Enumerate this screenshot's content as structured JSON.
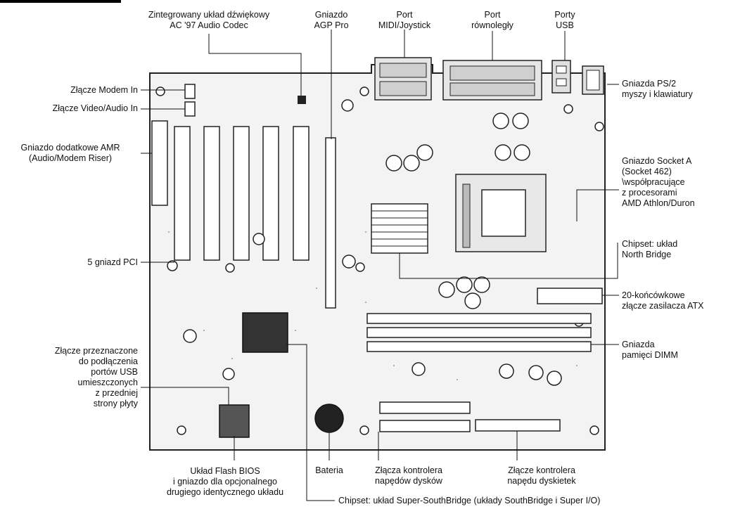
{
  "labels": {
    "audio_codec": [
      "Zintegrowany układ dźwiękowy",
      "AC '97 Audio Codec"
    ],
    "agp": [
      "Gniazdo",
      "AGP Pro"
    ],
    "midi": [
      "Port",
      "MIDI/Joystick"
    ],
    "parallel": [
      "Port",
      "równoległy"
    ],
    "usb": [
      "Porty",
      "USB"
    ],
    "modem_in": [
      "Złącze Modem In"
    ],
    "video_in": [
      "Złącze Video/Audio In"
    ],
    "ps2": [
      "Gniazda PS/2",
      "myszy i klawiatury"
    ],
    "amr": [
      "Gniazdo dodatkowe AMR",
      "(Audio/Modem Riser)"
    ],
    "socket": [
      "Gniazdo Socket A",
      "(Socket 462)",
      "\\współpracujące",
      "z procesorami",
      "AMD Athlon/Duron"
    ],
    "pci": [
      "5 gniazd PCI"
    ],
    "northbridge": [
      "Chipset: układ",
      "North Bridge"
    ],
    "atx": [
      "20-końcówkowe",
      "złącze zasilacza ATX"
    ],
    "front_usb": [
      "Złącze przeznaczone",
      "do podłączenia",
      "portów USB",
      "umieszczonych",
      "z przedniej",
      "strony płyty"
    ],
    "dimm": [
      "Gniazda",
      "pamięci DIMM"
    ],
    "bios": [
      "Układ Flash BIOS",
      "i gniazdo dla opcjonalnego",
      "drugiego identycznego układu"
    ],
    "battery": [
      "Bateria"
    ],
    "ide": [
      "Złącza kontrolera",
      "napędów dysków"
    ],
    "floppy": [
      "Złącze kontrolera",
      "napędu dyskietek"
    ],
    "southbridge": [
      "Chipset: układ Super-SouthBridge (układy SouthBridge i Super I/O)"
    ]
  }
}
